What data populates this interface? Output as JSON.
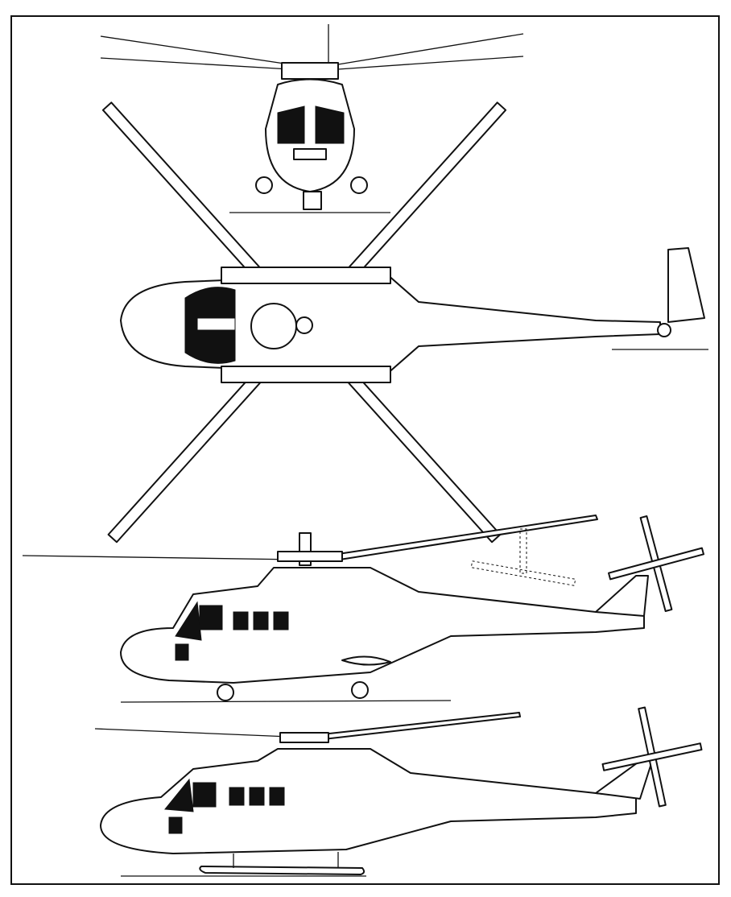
{
  "colors": {
    "ink": "#111111",
    "paper": "#ffffff"
  },
  "views": [
    "front-view",
    "top-view",
    "side-view-wheeled",
    "side-view-skid"
  ]
}
